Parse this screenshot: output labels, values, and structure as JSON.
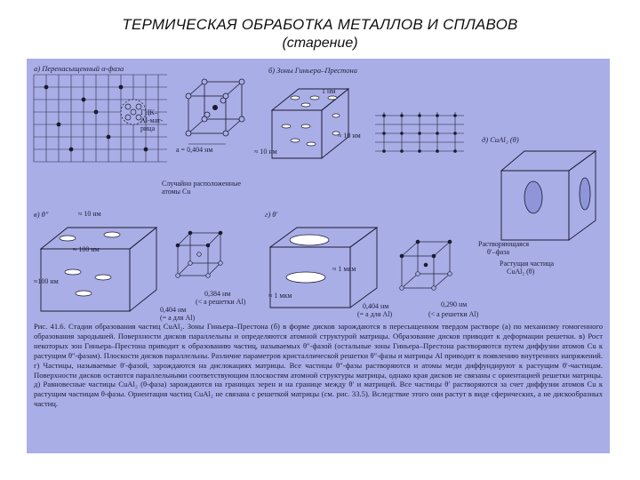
{
  "title": "ТЕРМИЧЕСКАЯ ОБРАБОТКА МЕТАЛЛОВ И СПЛАВОВ",
  "subtitle": "(старение)",
  "panels": {
    "a": {
      "label": "а) Перенасыщенный α-фаза",
      "fcc_label_1": "ГЦК–",
      "fcc_label_2": "Al-мат-",
      "fcc_label_3": "рица",
      "lattice_param": "a = 0,404 нм",
      "random_atoms_1": "Случайно расположенные",
      "random_atoms_2": "атомы Cu"
    },
    "b": {
      "label": "б) Зоны Гиньера–Престона",
      "size_1nm": "1 нм",
      "size_10nm_a": "≈ 10 нм",
      "size_10nm_b": "≈ 10 нм"
    },
    "c": {
      "label": "в) θ″",
      "size_10nm": "≈ 10 нм",
      "size_100nm_a": "≈ 100 нм",
      "size_100nm_b": "≈100 нм",
      "param_1": "0,384 нм",
      "param_2": "(< a решетки Al)",
      "param_3": "0,404 нм",
      "param_4": "(= a для Al)"
    },
    "d": {
      "label": "д) CuAl₂ (θ)",
      "dissolving_1": "Растворяющаяся",
      "dissolving_2": "θ′–фаза",
      "growing_1": "Растущая частица",
      "growing_2": "CuAl₂ (θ)"
    },
    "e": {
      "label": "г) θ′",
      "size_1um_a": "≈ 1 мкм",
      "size_1um_b": "≈ 1 мкм",
      "param_1": "0,404 нм",
      "param_2": "(= a для Al)",
      "param_3": "0,290 нм",
      "param_4": "(< a решетки Al)"
    }
  },
  "caption": "Рис. 41.6. Стадии образования частиц CuAl₂. Зоны Гиньера–Престона (б) в форме дисков зарождаются в пересыщенном твердом растворе (а) по механизму гомогенного образования зародышей. Поверхности дисков параллельны и определяются атомной структурой матрицы. Образование дисков приводит к деформации решетки. в) Рост некоторых зон Гиньера–Престона приводит к образованию частиц, называемых θ″-фазой (остальные зоны Гиньера–Престона растворяются путем диффузии атомов Cu к растущим θ″-фазам). Плоскости дисков параллельны. Различие параметров кристаллической решетки θ″-фазы и матрицы Al приводит к появлению внутренних напряжений. г) Частицы, называемые θ′-фазой, зарождаются на дислокациях матрицы. Все частицы θ″-фазы растворяются и атомы меди диффундируют к растущим θ′-частицам. Поверхности дисков остаются параллельными соответствующим плоскостям атомной структуры матрицы, однако края дисков не связаны с ориентацией решетки матрицы. д) Равновесные частицы CuAl₂ (θ-фаза) зарождаются на границах зерен и на границе между θ′ и матрицей. Все частицы θ′ растворяются за счет диффузии атомов Cu к растущим частицам θ-фазы. Ориентация частиц CuAl₂ не связана с решеткой матрицы (см. рис. 33.5). Вследствие этого они растут в виде сферических, а не дискообразных частиц."
}
